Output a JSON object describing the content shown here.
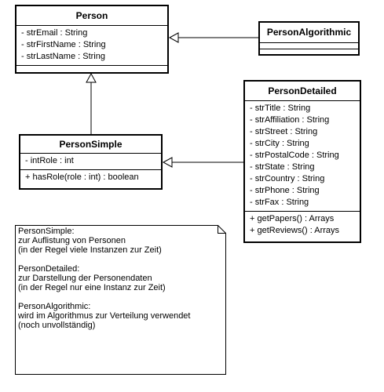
{
  "classes": {
    "person": {
      "name": "Person",
      "attributes": [
        "- strEmail : String",
        "- strFirstName : String",
        "- strLastName : String"
      ],
      "methods": []
    },
    "person_algorithmic": {
      "name": "PersonAlgorithmic",
      "attributes": [],
      "methods": []
    },
    "person_simple": {
      "name": "PersonSimple",
      "attributes": [
        "- intRole : int"
      ],
      "methods": [
        "+ hasRole(role : int) : boolean"
      ]
    },
    "person_detailed": {
      "name": "PersonDetailed",
      "attributes": [
        "- strTitle : String",
        "- strAffiliation : String",
        "- strStreet : String",
        "- strCity : String",
        "- strPostalCode : String",
        "- strState : String",
        "- strCountry : String",
        "- strPhone : String",
        "- strFax : String"
      ],
      "methods": [
        "+ getPapers() : Arrays",
        "+ getReviews() : Arrays"
      ]
    }
  },
  "note": {
    "lines": [
      "PersonSimple:",
      "zur Auflistung von Personen",
      "(in der Regel viele Instanzen zur Zeit)",
      "",
      "PersonDetailed:",
      "zur Darstellung der Personendaten",
      "(in der Regel nur eine Instanz zur Zeit)",
      "",
      "PersonAlgorithmic:",
      "wird im Algorithmus zur Verteilung verwendet",
      "(noch unvollständig)"
    ]
  },
  "relations": [
    {
      "from": "PersonAlgorithmic",
      "to": "Person",
      "kind": "generalization"
    },
    {
      "from": "PersonSimple",
      "to": "Person",
      "kind": "generalization"
    },
    {
      "from": "PersonDetailed",
      "to": "PersonSimple",
      "kind": "generalization"
    }
  ]
}
